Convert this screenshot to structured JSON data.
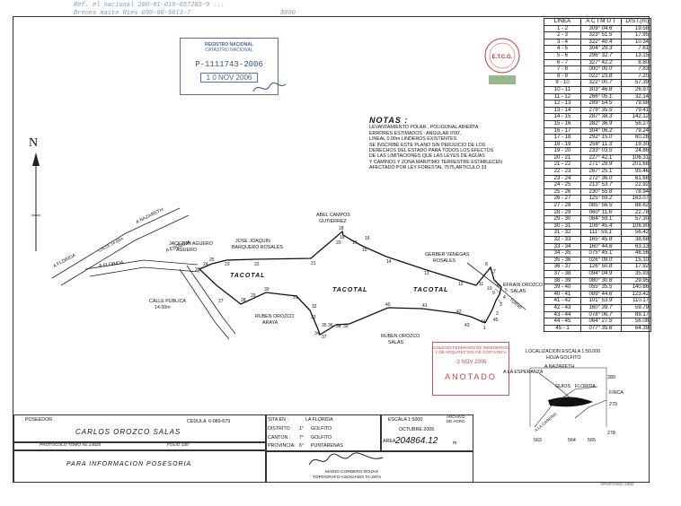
{
  "handwritten": {
    "line1": "Ref. el nacional 200-01-010-057205-9 ...",
    "line2": "Brenes maite Ries 090-00-9813-7",
    "amount": "$800"
  },
  "registry_stamp": {
    "line1": "REGISTRO NACIONAL",
    "line2": "CATASTRO NACIONAL",
    "number": "P-1111743-2006",
    "date": "1 0 NOV 2006"
  },
  "etcg_stamp": {
    "text": "E.T.C.G."
  },
  "red_stamp": {
    "line1": "COLEGIO FEDERADO DE INGENIEROS",
    "line2": "Y DE ARQUITECTOS DE COSTA RICA",
    "date": "-3 NOV 2006",
    "label": "ANOTADO"
  },
  "traverse_table": {
    "headers": {
      "line": "LINEA",
      "azimuth": "A C I M U T",
      "distance": "DIST.(m)"
    },
    "rows": [
      [
        "1 - 2",
        "309° 04.6'",
        "19.58"
      ],
      [
        "2 - 3",
        "323° 51.5'",
        "17.95"
      ],
      [
        "3 - 4",
        "322° 40.4'",
        "10.34"
      ],
      [
        "4 - 5",
        "304° 29.3'",
        "7.61"
      ],
      [
        "5 - 6",
        "296° 32.7'",
        "13.15"
      ],
      [
        "6 - 7",
        "327° 42.2'",
        "8.80"
      ],
      [
        "7 - 8",
        "000° 00.0'",
        "7.83"
      ],
      [
        "8 - 9",
        "022° 23.8'",
        "7.20"
      ],
      [
        "9 - 10",
        "322° 00.7'",
        "57.39"
      ],
      [
        "10 - 11",
        "303° 46.8'",
        "26.97"
      ],
      [
        "11 - 12",
        "266° 05.1'",
        "32.14"
      ],
      [
        "12 - 13",
        "289° 54.5'",
        "79.98"
      ],
      [
        "13 - 14",
        "279° 35.5'",
        "79.41"
      ],
      [
        "14 - 15",
        "287° 38.3'",
        "142.12"
      ],
      [
        "15 - 16",
        "282° 36.9'",
        "56.27"
      ],
      [
        "16 - 17",
        "304° 06.2'",
        "79.24"
      ],
      [
        "17 - 18",
        "292° 15.0'",
        "60.28"
      ],
      [
        "18 - 19",
        "258° 11.3'",
        "19.30"
      ],
      [
        "19 - 20",
        "233° 03.5'",
        "24.86"
      ],
      [
        "20 - 21",
        "227° 42.1'",
        "106.31"
      ],
      [
        "21 - 22",
        "271° 28.9'",
        "201.68"
      ],
      [
        "22 - 23",
        "267° 25.1'",
        "95.46"
      ],
      [
        "23 - 24",
        "272° 36.0'",
        "61.68"
      ],
      [
        "24 - 25",
        "213° 53.7'",
        "22.92"
      ],
      [
        "25 - 26",
        "230° 55.8'",
        "78.94"
      ],
      [
        "26 - 27",
        "125° 59.2'",
        "163.07"
      ],
      [
        "27 - 28",
        "085° 56.5'",
        "88.62"
      ],
      [
        "28 - 29",
        "060° 11.6'",
        "22.78"
      ],
      [
        "29 - 30",
        "064° 59.1'",
        "57.30"
      ],
      [
        "30 - 31",
        "106° 45.4'",
        "106.90"
      ],
      [
        "31 - 32",
        "111° 59.1'",
        "56.42"
      ],
      [
        "32 - 33",
        "165° 45.8'",
        "38.68"
      ],
      [
        "33 - 34",
        "160° 44.6'",
        "63.13"
      ],
      [
        "34 - 35",
        "075° 45.1'",
        "46.56"
      ],
      [
        "35 - 36",
        "026° 09.0'",
        "15.10"
      ],
      [
        "36 - 37",
        "126° 50.8'",
        "17.92"
      ],
      [
        "37 - 38",
        "094° 04.9'",
        "35.93"
      ],
      [
        "38 - 39",
        "080° 30.6'",
        "29.95"
      ],
      [
        "39 - 40",
        "055° 35.5'",
        "140.86"
      ],
      [
        "40 - 41",
        "089° 44.6'",
        "123.42"
      ],
      [
        "41 - 42",
        "101° 53.9'",
        "110.17"
      ],
      [
        "42 - 43",
        "160° 39.7'",
        "59.79"
      ],
      [
        "43 - 44",
        "078° 06.7'",
        "89.17"
      ],
      [
        "44 - 45",
        "064° 27.5'",
        "56.08"
      ],
      [
        "45 - 1",
        "077° 35.6'",
        "64.39"
      ]
    ]
  },
  "notes": {
    "heading": "NOTAS :",
    "lines": [
      "LEVANTAMIENTO POLAR , POLIGONAL  ABIERTA",
      "ERRORES ESTIMADOS : ANGULAR  0'00',",
      "LINEAL 0.00m  LINDEROS EXISTENTES",
      "SE INSCRIBE ESTE PLANO SIN PERJUICIO DE LOS",
      "DERECHOS DEL ESTADO PARA TODOS LOS EFECTOS",
      "DE LAS LIMITACIONES QUE LAS LEYES DE AGUAS",
      "Y CAMINOS Y ZONA MARITIMO TERRESTRE ESTABLECEN",
      "AFECTADO POR LEY FORESTAL 7575,ARTICULO 33"
    ]
  },
  "map_labels": {
    "north": "N",
    "nazareth": "A  NAZARETH",
    "florida": "A  FLORIDA",
    "florida2": "A  FLORIDA",
    "road_width": "CALLE 14.00m",
    "esquina": "A  ESQUINA",
    "calle_publica": "CALLE PUBLICA",
    "calle_width": "14.00m",
    "jackzon1": "JACKZON AGUERO",
    "jackzon2": "AGUERO",
    "jose1": "JOSE JOAQUIN",
    "jose2": "BARQUERO ROSALES",
    "abel1": "ABEL CAMPOS",
    "abel2": "GUTIERREZ",
    "gerber1": "GERBER VENEGAS",
    "gerber2": "ROSALES",
    "efrain1": "EFRAIN OROZCO",
    "efrain2": "SALAS",
    "ruben_a1": "RUBEN OROZCO",
    "ruben_a2": "ARAYA",
    "ruben_s1": "RUBEN OROZCO",
    "ruben_s2": "SALAS",
    "tacotal1": "TACOTAL",
    "tacotal2": "TACOTAL",
    "tacotal3": "TACOTAL",
    "turno": "TURNO",
    "stations": [
      "1",
      "2",
      "3",
      "4",
      "5",
      "6",
      "7",
      "8",
      "9",
      "10",
      "11",
      "12",
      "13",
      "14",
      "15",
      "16",
      "17",
      "18",
      "19",
      "20",
      "21",
      "22",
      "23",
      "24",
      "25",
      "26",
      "27",
      "28",
      "29",
      "30",
      "31",
      "32",
      "33",
      "34",
      "35",
      "36",
      "37",
      "38",
      "39",
      "40",
      "41",
      "42",
      "43",
      "44",
      "45"
    ]
  },
  "location_map": {
    "title": "LOCALIZACION ESCALA 1:50.000",
    "sheet": "HOJA GOLFITO",
    "nazareth": "A  NAZARETH",
    "esperanza": "A  LA ESPERANZA",
    "guios": "GUIOS",
    "florida": "FLORIDA",
    "finca": "FINCA",
    "road": "A LA CASERIO",
    "n280": "280",
    "n279": "279",
    "n278": "278",
    "n563": "563",
    "n564": "564",
    "n565": "565"
  },
  "title_block": {
    "poseedor_label": "POSEEDOR",
    "owner": "CARLOS OROZCO SALAS",
    "cedula_label": "CEDULA",
    "cedula": "6-089-679",
    "protocolo": "PROTOCOLO TOMO No.14520",
    "folio": "FOLIO 130",
    "purpose": "PARA INFORMACION POSESORIA",
    "sita_label": "SITA EN :",
    "sita": "LA FLORIDA",
    "distrito_label": "DISTRITO :",
    "distrito_num": "1°",
    "distrito": "GOLFITO",
    "canton_label": "CANTON :",
    "canton_num": "7°",
    "canton": "GOLFITO",
    "provincia_label": "PROVINCIA:",
    "provincia_num": "6°",
    "provincia": "PUNTARENAS",
    "escala_label": "ESCALA 1:5000",
    "archivo_label": "ARCHIVO",
    "archivo_value": "DE AGRO",
    "date": "OCTUBRE  2006",
    "area_label": "AREA",
    "area": "204864.12",
    "area_unit": "m",
    "surveyor": "MARIO CORDERO ROJAS",
    "surveyor_title": "TOPOGRAFO ASOCIADO TA:2974",
    "apartado": "APARTADO 1282"
  }
}
